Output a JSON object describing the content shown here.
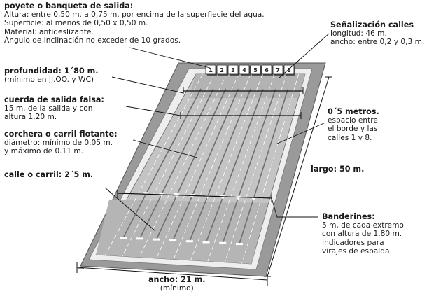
{
  "blocks": {
    "poyete": {
      "title": "poyete o banqueta de salida:",
      "lines": [
        "Altura: entre 0,50 m. a 0,75 m. por encima de la superfiecie del agua.",
        "Superficie: al menos de 0,50 x 0,50 m.",
        "Material: antideslizante.",
        "Ángulo de inclinación no exceder de 10 grados."
      ]
    },
    "profundidad": {
      "title": "profundidad: 1´80 m.",
      "lines": [
        "(mínimo en JJ.OO. y WC)"
      ]
    },
    "cuerda": {
      "title": "cuerda de salida falsa:",
      "lines": [
        "15 m. de la salida y con",
        "altura 1,20 m."
      ]
    },
    "corchera": {
      "title": "corchera o carril flotante:",
      "lines": [
        "diámetro: mínimo de 0,05 m.",
        "y máximo de 0.11 m."
      ]
    },
    "calle": {
      "title": "calle o carril: 2´5 m."
    },
    "senalizacion": {
      "title": "Señalización calles",
      "lines": [
        "longitud: 46 m.",
        "ancho: entre 0,2 y 0,3 m."
      ]
    },
    "espacio": {
      "title": "0´5 metros.",
      "lines": [
        "espacio entre",
        "el borde y las",
        "calles 1 y 8."
      ]
    },
    "largo": {
      "title": "largo: 50 m."
    },
    "banderines": {
      "title": "Banderines:",
      "lines": [
        "5 m, de cada extremo",
        "con altura de 1,80 m.",
        "Indicadores para",
        "virajes de espalda"
      ]
    },
    "ancho": {
      "title": "ancho: 21 m.",
      "lines": [
        "(mínimo)"
      ]
    }
  },
  "lane_numbers": [
    "1",
    "2",
    "3",
    "4",
    "5",
    "6",
    "7",
    "8"
  ],
  "colors": {
    "deck": "#9a9a9a",
    "water": "#c4c4c4",
    "water_dark": "#a9a9a9",
    "lane_line": "#6f6f6f",
    "block": "#ffffff",
    "text": "#1a1a1a"
  }
}
